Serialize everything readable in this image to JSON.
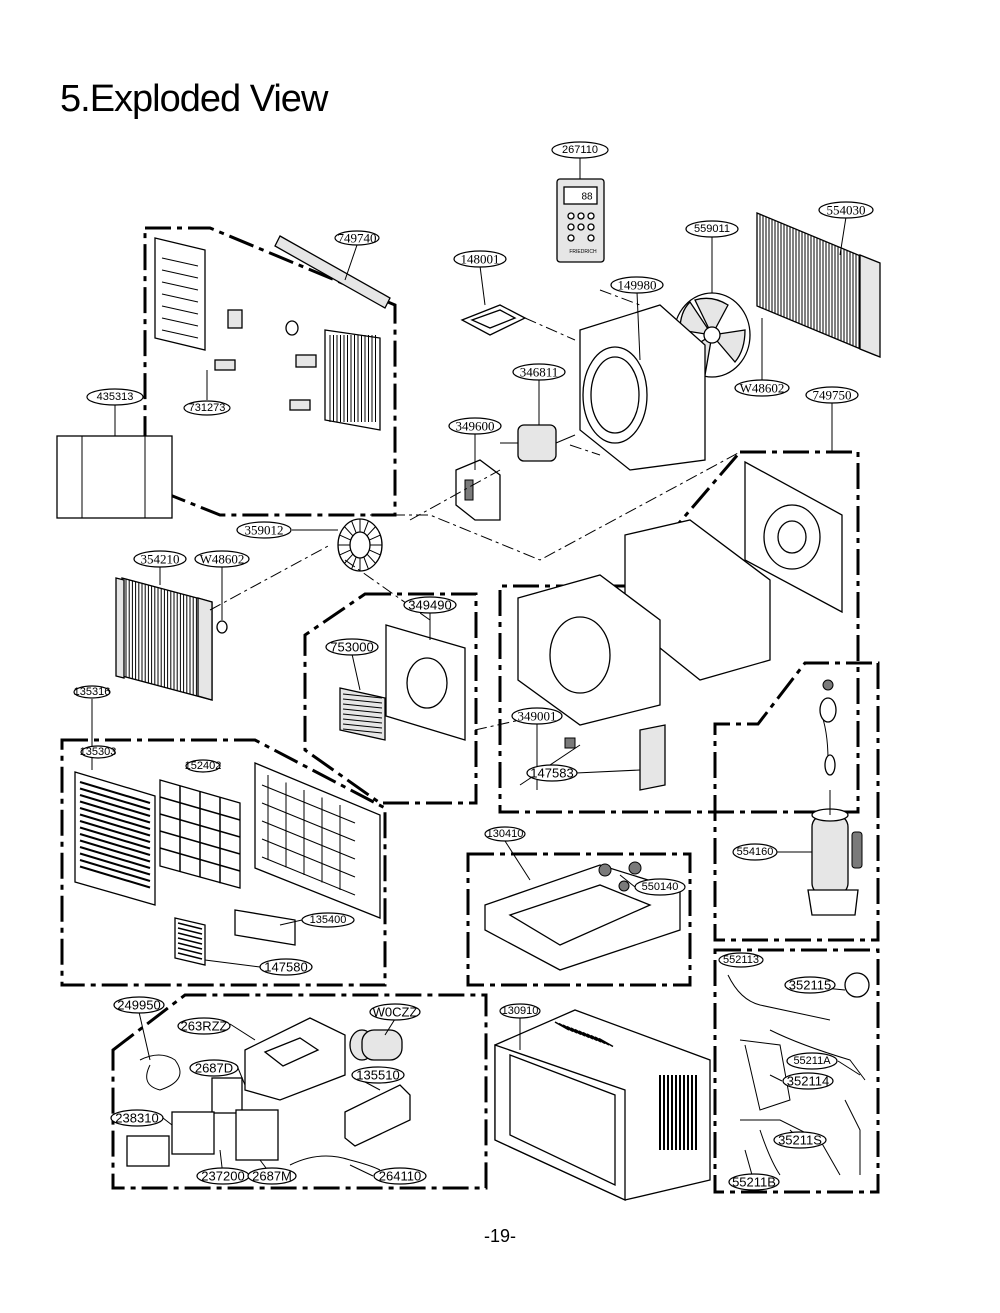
{
  "title": "5.Exploded View",
  "page_number": "-19-",
  "labels": {
    "l267110": "267110",
    "l554030": "554030",
    "l559011": "559011",
    "l749740": "749740",
    "l148001": "148001",
    "l149980": "149980",
    "l346811": "346811",
    "lW48602a": "W48602",
    "l749750": "749750",
    "l435313": "435313",
    "l731273": "731273",
    "l349600": "349600",
    "l359012": "359012",
    "l354210": "354210",
    "lW48602b": "W48602",
    "l349490": "349490",
    "l753000": "753000",
    "l135316": "135316",
    "l349001": "349001",
    "l135303": "135303",
    "l152402": "152402",
    "l147583": "147583",
    "l130410": "130410",
    "l554160": "554160",
    "l550140": "550140",
    "l135400": "135400",
    "l147580": "147580",
    "l552113": "552113",
    "l352115": "352115",
    "l249950": "249950",
    "lW0CZZ": "W0CZZ",
    "l130910": "130910",
    "l263RZZ": "263RZZ",
    "l2687D": "2687D",
    "l135510": "135510",
    "l55211A": "55211A",
    "l352114": "352114",
    "l238310": "238310",
    "l35211S": "35211S",
    "l237200": "237200",
    "l2687M": "2687M",
    "l264110": "264110",
    "l55211B": "55211B"
  },
  "remote_brand": "FRIEDRICH",
  "remote_display": "88"
}
